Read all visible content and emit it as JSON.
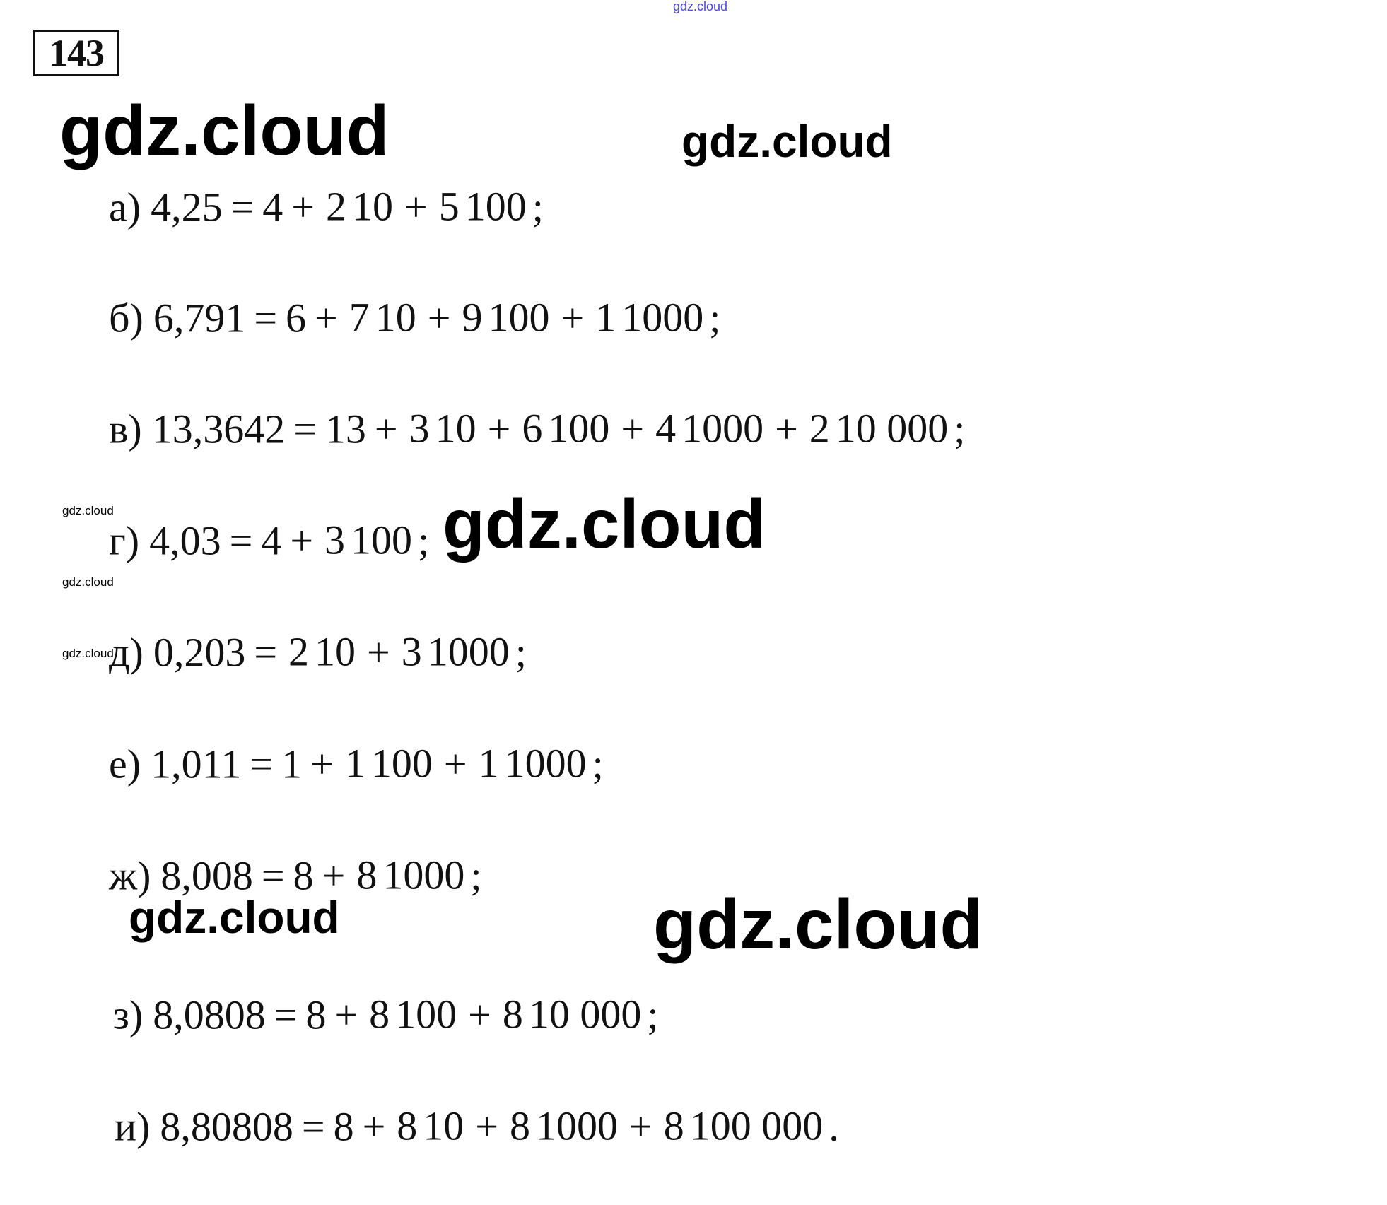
{
  "exercise_number": "143",
  "watermarks": {
    "top": "gdz.cloud",
    "w1": "gdz.cloud",
    "w2": "gdz.cloud",
    "w3": "gdz.cloud",
    "s1": "gdz.cloud",
    "s2": "gdz.cloud",
    "s3": "gdz.cloud",
    "w4": "gdz.cloud",
    "w5": "gdz.cloud"
  },
  "lines": [
    {
      "label": "а)",
      "lhs": "4,25",
      "whole": "4",
      "fractions": [
        [
          "2",
          "10"
        ],
        [
          "5",
          "100"
        ]
      ],
      "end": ";"
    },
    {
      "label": "б)",
      "lhs": "6,791",
      "whole": "6",
      "fractions": [
        [
          "7",
          "10"
        ],
        [
          "9",
          "100"
        ],
        [
          "1",
          "1000"
        ]
      ],
      "end": ";"
    },
    {
      "label": "в)",
      "lhs": "13,3642",
      "whole": "13",
      "fractions": [
        [
          "3",
          "10"
        ],
        [
          "6",
          "100"
        ],
        [
          "4",
          "1000"
        ],
        [
          "2",
          "10 000"
        ]
      ],
      "end": ";"
    },
    {
      "label": "г)",
      "lhs": "4,03",
      "whole": "4",
      "fractions": [
        [
          "3",
          "100"
        ]
      ],
      "end": ";"
    },
    {
      "label": "д)",
      "lhs": "0,203",
      "whole": null,
      "fractions": [
        [
          "2",
          "10"
        ],
        [
          "3",
          "1000"
        ]
      ],
      "end": ";"
    },
    {
      "label": "е)",
      "lhs": "1,011",
      "whole": "1",
      "fractions": [
        [
          "1",
          "100"
        ],
        [
          "1",
          "1000"
        ]
      ],
      "end": ";"
    },
    {
      "label": "ж)",
      "lhs": "8,008",
      "whole": "8",
      "fractions": [
        [
          "8",
          "1000"
        ]
      ],
      "end": ";"
    },
    {
      "label": "з)",
      "lhs": "8,0808",
      "whole": "8",
      "fractions": [
        [
          "8",
          "100"
        ],
        [
          "8",
          "10 000"
        ]
      ],
      "end": ";"
    },
    {
      "label": "и)",
      "lhs": "8,80808",
      "whole": "8",
      "fractions": [
        [
          "8",
          "10"
        ],
        [
          "8",
          "1000"
        ],
        [
          "8",
          "100 000"
        ]
      ],
      "end": "."
    }
  ],
  "symbols": {
    "equals": "=",
    "plus": "+"
  }
}
